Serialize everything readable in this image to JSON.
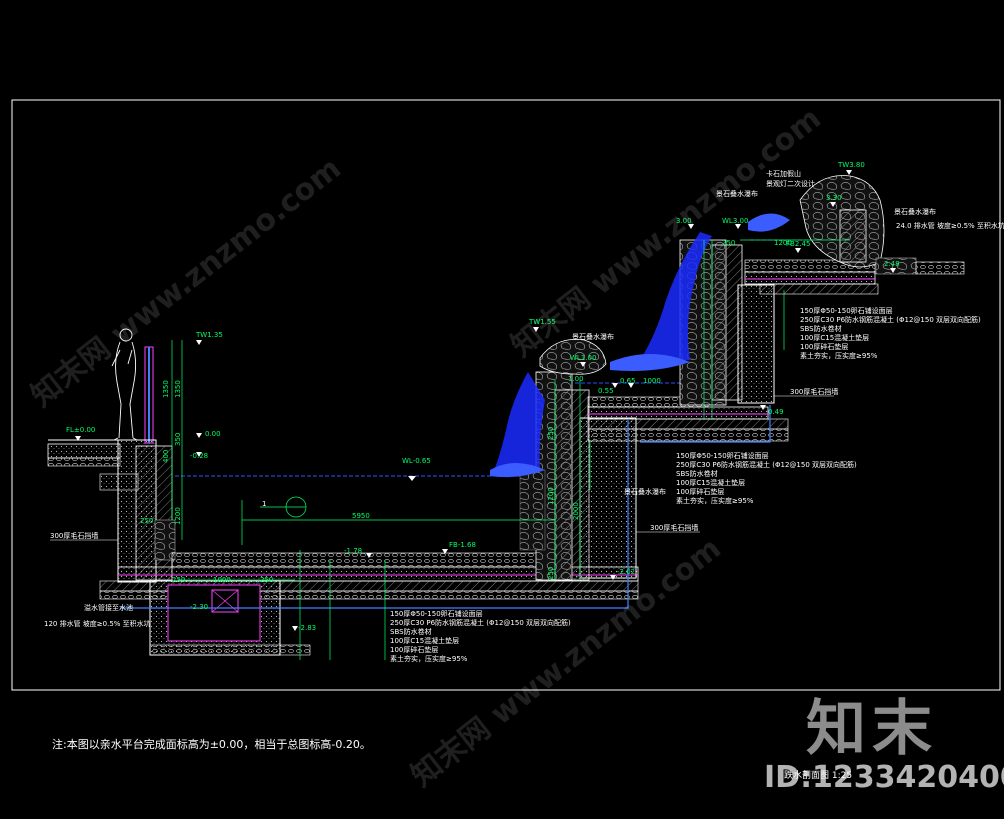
{
  "drawing": {
    "elevations": {
      "fl": "FL±0.00",
      "tw1": "TW1.35",
      "zero": "0.00",
      "neg028": "-0.28",
      "wl": "WL-0.65",
      "bottom": "-1.78",
      "fb": "FB-1.68",
      "neg230": "-2.30",
      "neg283": "-2.83",
      "neg202": "-2.02",
      "tw155": "TW1.55",
      "wl100": "WL1.00",
      "p100": "1.00",
      "p055": "0.55",
      "p065": "0.65",
      "p049": "0.49",
      "tw280": "TW3.80",
      "p330": "3.30",
      "wl300": "WL3.00",
      "p300": "3.00",
      "fb245": "FB2.45",
      "p248": "2.48"
    },
    "dims": {
      "d1350a": "1350",
      "d1350b": "1350",
      "d400": "400",
      "d350": "350",
      "d1200": "1200",
      "d250a": "250",
      "d5950": "5950",
      "d1000": "1000",
      "d250b": "250",
      "d250c": "250",
      "d250d": "250",
      "d1200b": "1200",
      "d250e": "250",
      "d2000": "2000",
      "d1000b": "1000",
      "d250f": "250",
      "d1200c": "1200"
    },
    "labels": {
      "wall300": "300厚毛石挡墙",
      "wall300b": "300厚毛石挡墙",
      "wall300c": "300厚毛石挡墙",
      "pipe": "溢水管接至水池",
      "drain": "120 排水管 坡度≥0.5% 至积水坑",
      "rock_a": "景石叠水瀑布",
      "rock_b": "景石叠水瀑布",
      "rock_c": "景石叠水瀑布",
      "top1": "卡石加假山",
      "top2": "景观灯二次设计",
      "pipe_right": "24.0 排水管 坡度≥0.5% 至积水坑",
      "lower_stone": "景石叠水瀑布"
    },
    "layers_bottom": [
      "150厚Φ50-150卵石铺设面层",
      "250厚C30 P6防水钢筋混凝土 (Φ12@150 双层双向配筋)",
      "SBS防水卷材",
      "100厚C15混凝土垫层",
      "100厚碎石垫层",
      "素土夯实，压实度≥95%"
    ],
    "layers_mid": [
      "150厚Φ50-150卵石铺设面层",
      "250厚C30 P6防水钢筋混凝土 (Φ12@150 双层双向配筋)",
      "SBS防水卷材",
      "100厚C15混凝土垫层",
      "100厚碎石垫层",
      "素土夯实，压实度≥95%"
    ],
    "layers_top": [
      "150厚Φ50-150卵石铺设面层",
      "250厚C30 P6防水钢筋混凝土 (Φ12@150 双层双向配筋)",
      "SBS防水卷材",
      "100厚C15混凝土垫层",
      "100厚碎石垫层",
      "素土夯实，压实度≥95%"
    ],
    "section_no": "1",
    "title": "跌水剖面图 1:25"
  },
  "note": "注:本图以亲水平台完成面标高为±0.00，相当于总图标高-0.20。",
  "watermark": {
    "logo": "知末",
    "id": "ID:1233420400",
    "diag": "知末网 www.znzmo.com"
  },
  "colors": {
    "background": "#000000",
    "wall": "#ffffff",
    "dim": "#00ff66",
    "water": "#3050ff",
    "rebar": "#ff40ff",
    "concrete": "#ffff66"
  }
}
